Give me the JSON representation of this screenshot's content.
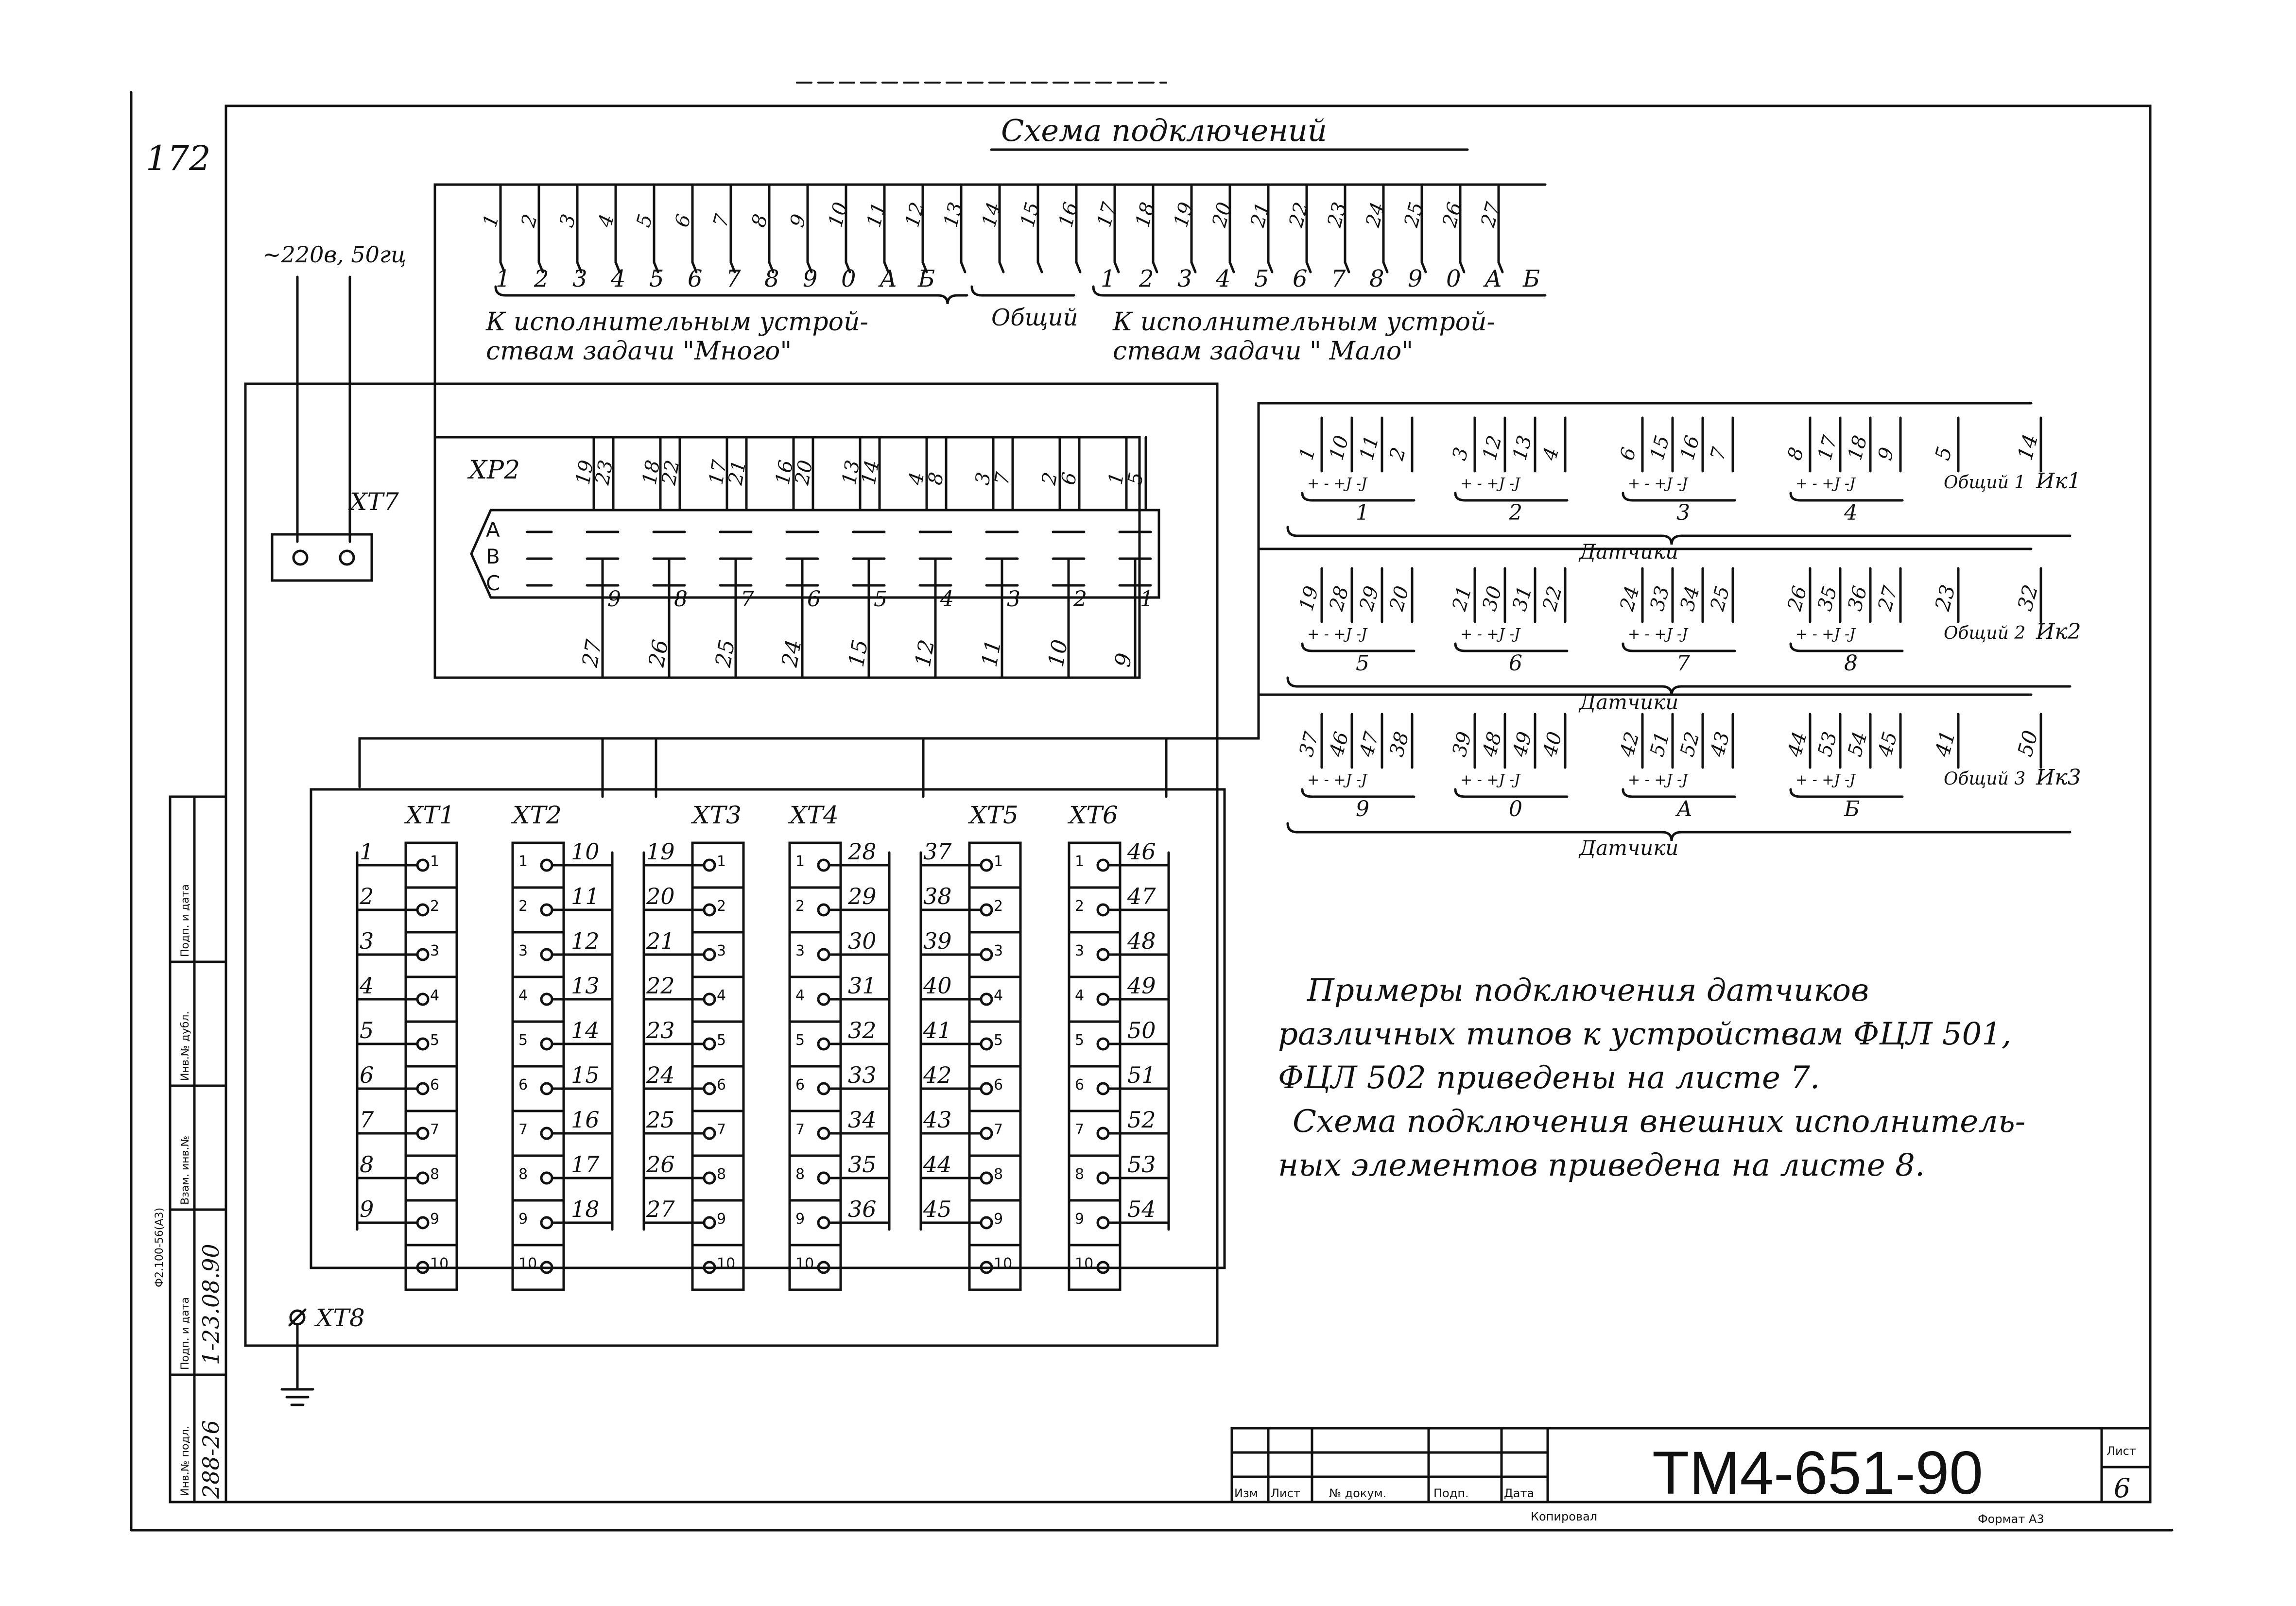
{
  "page_number": "172",
  "title": "Схема подключений",
  "supply": "~220в, 50гц",
  "xt7": "ХТ7",
  "xt8": "ХТ8",
  "top_connector": {
    "wire_numbers": [
      "1",
      "2",
      "3",
      "4",
      "5",
      "6",
      "7",
      "8",
      "9",
      "10",
      "11",
      "12",
      "13",
      "14",
      "15",
      "16",
      "17",
      "18",
      "19",
      "20",
      "21",
      "22",
      "23",
      "24",
      "25",
      "26",
      "27"
    ],
    "group_left_pins": [
      "1",
      "2",
      "3",
      "4",
      "5",
      "6",
      "7",
      "8",
      "9",
      "0",
      "А",
      "Б"
    ],
    "group_right_pins": [
      "1",
      "2",
      "3",
      "4",
      "5",
      "6",
      "7",
      "8",
      "9",
      "0",
      "А",
      "Б"
    ],
    "label_left_1": "К исполнительным устрой-",
    "label_left_2": "ствам задачи \"Много\"",
    "label_common": "Общий",
    "label_right_1": "К исполнительным устрой-",
    "label_right_2": "ствам задачи \" Мало\""
  },
  "xp2": {
    "name": "ХР2",
    "rows": [
      "А",
      "В",
      "С"
    ],
    "top_pins": [
      "19",
      "23",
      "18",
      "22",
      "17",
      "21",
      "16",
      "20",
      "13",
      "14",
      "4",
      "8",
      "3",
      "7",
      "2",
      "6",
      "1",
      "5"
    ],
    "contact_numbers": [
      "9",
      "8",
      "7",
      "6",
      "5",
      "4",
      "3",
      "2",
      "1"
    ],
    "bottom_wires": [
      "27",
      "26",
      "25",
      "24",
      "15",
      "12",
      "11",
      "10",
      "9"
    ]
  },
  "sensor_groups": [
    {
      "pins": [
        [
          "1",
          "10",
          "11",
          "2"
        ],
        [
          "3",
          "12",
          "13",
          "4"
        ],
        [
          "6",
          "15",
          "16",
          "7"
        ],
        [
          "8",
          "17",
          "18",
          "9"
        ]
      ],
      "extra": [
        "5",
        "14"
      ],
      "polarity": "+ - +J -J",
      "labels": [
        "1",
        "2",
        "3",
        "4"
      ],
      "common": "Общий 1",
      "unit": "Ик1",
      "caption": "Датчики"
    },
    {
      "pins": [
        [
          "19",
          "28",
          "29",
          "20"
        ],
        [
          "21",
          "30",
          "31",
          "22"
        ],
        [
          "24",
          "33",
          "34",
          "25"
        ],
        [
          "26",
          "35",
          "36",
          "27"
        ]
      ],
      "extra": [
        "23",
        "32"
      ],
      "polarity": "+ - +J -J",
      "labels": [
        "5",
        "6",
        "7",
        "8"
      ],
      "common": "Общий 2",
      "unit": "Ик2",
      "caption": "Датчики"
    },
    {
      "pins": [
        [
          "37",
          "46",
          "47",
          "38"
        ],
        [
          "39",
          "48",
          "49",
          "40"
        ],
        [
          "42",
          "51",
          "52",
          "43"
        ],
        [
          "44",
          "53",
          "54",
          "45"
        ]
      ],
      "extra": [
        "41",
        "50"
      ],
      "polarity": "+ - +J -J",
      "labels": [
        "9",
        "0",
        "А",
        "Б"
      ],
      "common": "Общий 3",
      "unit": "Ик3",
      "caption": "Датчики"
    }
  ],
  "terminal_blocks": [
    {
      "name": "ХТ1",
      "side": "left",
      "wires": [
        "1",
        "2",
        "3",
        "4",
        "5",
        "6",
        "7",
        "8",
        "9"
      ]
    },
    {
      "name": "ХТ2",
      "side": "right",
      "wires": [
        "10",
        "11",
        "12",
        "13",
        "14",
        "15",
        "16",
        "17",
        "18"
      ]
    },
    {
      "name": "ХТ3",
      "side": "left",
      "wires": [
        "19",
        "20",
        "21",
        "22",
        "23",
        "24",
        "25",
        "26",
        "27"
      ]
    },
    {
      "name": "ХТ4",
      "side": "right",
      "wires": [
        "28",
        "29",
        "30",
        "31",
        "32",
        "33",
        "34",
        "35",
        "36"
      ]
    },
    {
      "name": "ХТ5",
      "side": "left",
      "wires": [
        "37",
        "38",
        "39",
        "40",
        "41",
        "42",
        "43",
        "44",
        "45"
      ]
    },
    {
      "name": "ХТ6",
      "side": "right",
      "wires": [
        "46",
        "47",
        "48",
        "49",
        "50",
        "51",
        "52",
        "53",
        "54"
      ]
    }
  ],
  "terminal_positions": [
    "1",
    "2",
    "3",
    "4",
    "5",
    "6",
    "7",
    "8",
    "9",
    "10"
  ],
  "notes": [
    "Примеры подключения датчиков",
    "различных типов к устройствам ФЦЛ 501,",
    "ФЦЛ 502 приведены на листе 7.",
    "Схема подключения внешних исполнитель-",
    "ных элементов приведена на листе 8."
  ],
  "title_block": {
    "designation": "ТМ4-651-90",
    "sheet_label": "Лист",
    "sheet": "6",
    "columns": [
      "Изм",
      "Лист",
      "№ докум.",
      "Подп.",
      "Дата"
    ],
    "copied": "Копировал",
    "format": "Формат А3"
  },
  "side_stamp": {
    "inv_podl": "Инв.№ подл.",
    "podp_data": "Подп. и дата",
    "vzam_inv": "Взам. инв.№",
    "inv_dubl": "Инв.№ дубл.",
    "podp_data2": "Подп. и дата",
    "value_inv": "288-26",
    "value_date": "1-23.08.90",
    "doc_code": "Ф2.100-56(А3)"
  }
}
